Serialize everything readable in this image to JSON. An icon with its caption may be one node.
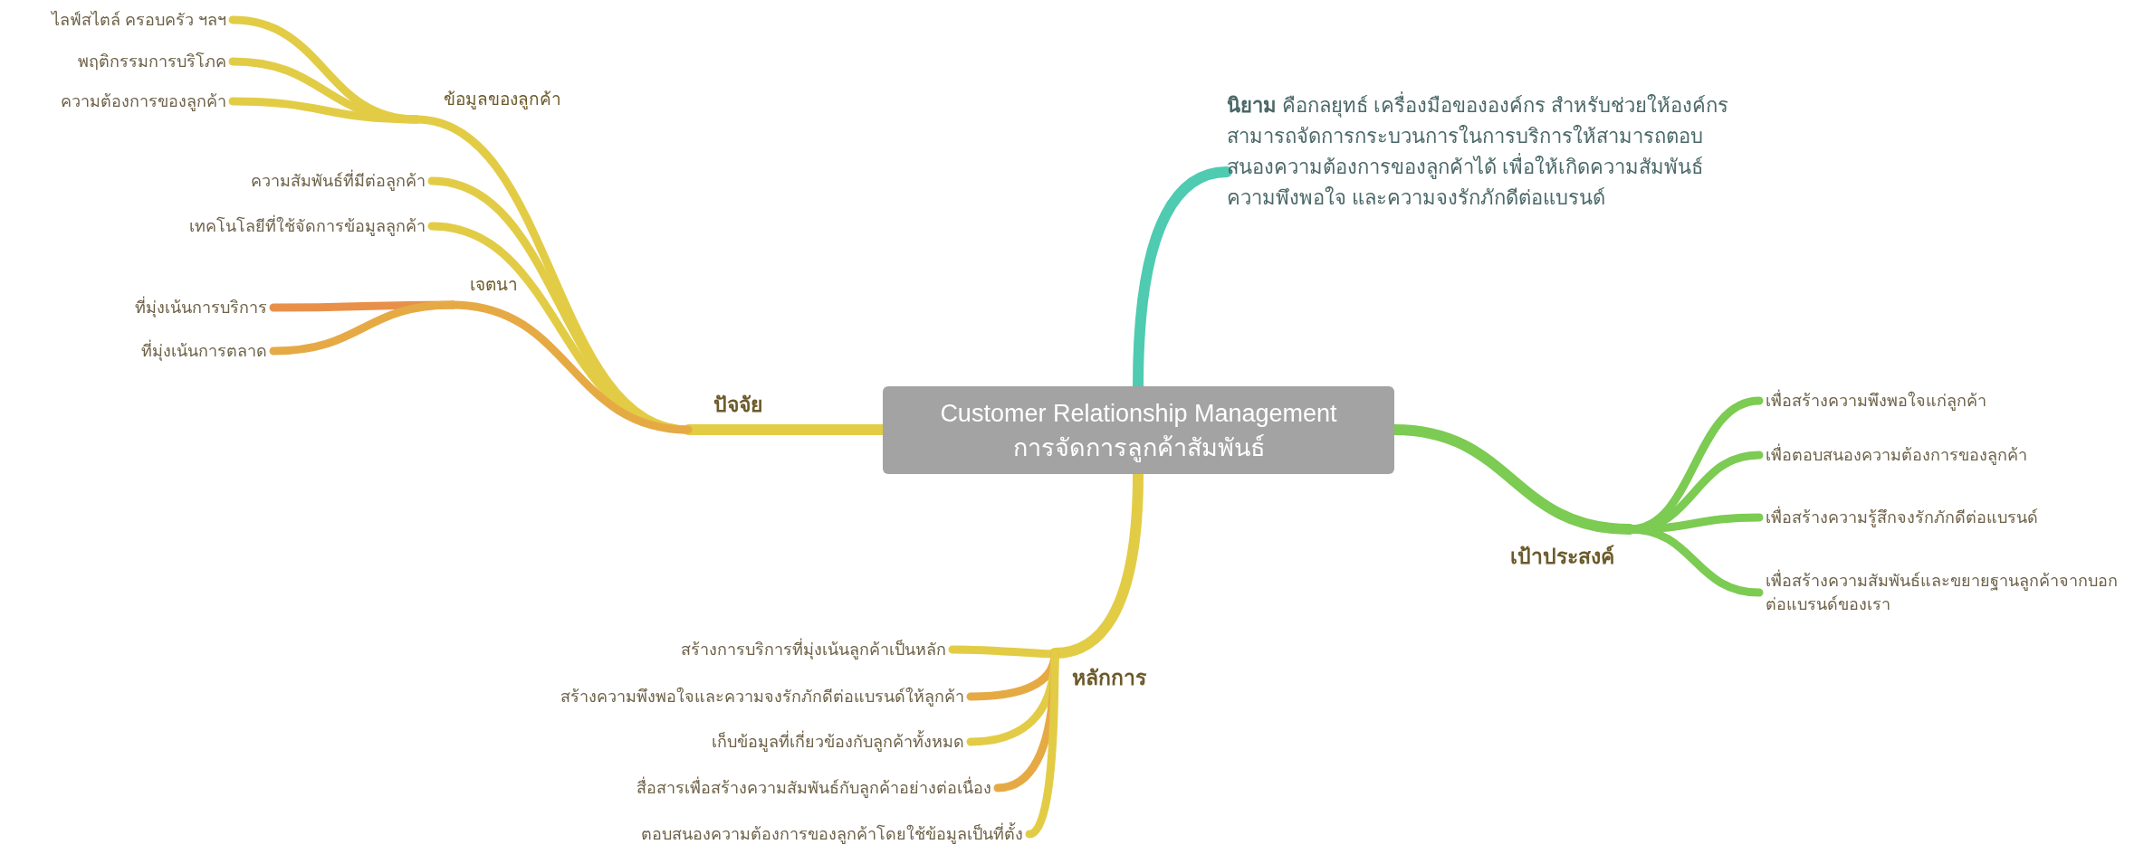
{
  "diagram": {
    "nodes": [
      {
        "text": [
          "Customer Relationship Management",
          "การจัดการลูกค้าสัมพันธ์"
        ]
      },
      {
        "text": [
          "**นิยาม** คือกลยุทธ์ เครื่องมือขององค์กร สำหรับช่วยให้องค์กรสามารถจัดการกระบวนการในการบริการให้สามารถตอบสนองความต้องการของลูกค้าได้ เพื่อให้เกิดความสัมพันธ์ ความพึงพอใจ และความจงรักภักดีต่อแบรนด์"
        ]
      },
      {
        "text": [
          "ปัจจัย"
        ]
      },
      {
        "text": [
          "ข้อมูลของลูกค้า"
        ]
      },
      {
        "text": [
          "ไลฟ์สไตล์ ครอบครัว ฯลฯ"
        ]
      },
      {
        "text": [
          "พฤติกรรมการบริโภค"
        ]
      },
      {
        "text": [
          "ความต้องการของลูกค้า"
        ]
      },
      {
        "text": [
          "ความสัมพันธ์ที่มีต่อลูกค้า"
        ]
      },
      {
        "text": [
          "เทคโนโลยีที่ใช้จัดการข้อมูลลูกค้า"
        ]
      },
      {
        "text": [
          "เจตนา"
        ]
      },
      {
        "text": [
          "ที่มุ่งเน้นการบริการ"
        ]
      },
      {
        "text": [
          "ที่มุ่งเน้นการตลาด"
        ]
      },
      {
        "text": [
          "เป้าประสงค์"
        ]
      },
      {
        "text": [
          "เพื่อสร้างความพึงพอใจแก่ลูกค้า"
        ]
      },
      {
        "text": [
          "เพื่อตอบสนองความต้องการของลูกค้า"
        ]
      },
      {
        "text": [
          "เพื่อสร้างความรู้สึกจงรักภักดีต่อแบรนด์"
        ]
      },
      {
        "text": [
          "เพื่อสร้างความสัมพันธ์และขยายฐานลูกค้าจากบอกต่อแบรนด์ของเรา"
        ]
      },
      {
        "text": [
          "หลักการ"
        ]
      },
      {
        "text": [
          "สร้างการบริการที่มุ่งเน้นลูกค้าเป็นหลัก"
        ]
      },
      {
        "text": [
          "สร้างความพึงพอใจและความจงรักภักดีต่อแบรนด์ให้ลูกค้า"
        ]
      },
      {
        "text": [
          "เก็บข้อมูลที่เกี่ยวข้องกับลูกค้าทั้งหมด"
        ]
      },
      {
        "text": [
          "สื่อสารเพื่อสร้างความสัมพันธ์กับลูกค้าอย่างต่อเนื่อง"
        ]
      },
      {
        "text": [
          "ตอบสนองความต้องการของลูกค้าโดยใช้ข้อมูลเป็นที่ตั้ง"
        ]
      }
    ],
    "edges": [
      {
        "from": 0,
        "to": 1,
        "arrow": "none",
        "color": "#4ecbb0"
      },
      {
        "from": 0,
        "to": 2,
        "arrow": "none"
      },
      {
        "from": 2,
        "to": 3,
        "arrow": "none"
      },
      {
        "from": 3,
        "to": 4,
        "arrow": "none"
      },
      {
        "from": 3,
        "to": 5,
        "arrow": "none"
      },
      {
        "from": 3,
        "to": 6,
        "arrow": "none"
      },
      {
        "from": 2,
        "to": 7,
        "arrow": "none"
      },
      {
        "from": 2,
        "to": 8,
        "arrow": "none"
      },
      {
        "from": 2,
        "to": 9,
        "arrow": "none",
        "color": "#e6aa45"
      },
      {
        "from": 9,
        "to": 10,
        "arrow": "none",
        "color": "#e8904a"
      },
      {
        "from": 9,
        "to": 11,
        "arrow": "none",
        "color": "#e6aa45"
      },
      {
        "from": 0,
        "to": 12,
        "arrow": "none",
        "color": "#7ccb52"
      },
      {
        "from": 12,
        "to": 13,
        "arrow": "none",
        "color": "#7ccb52"
      },
      {
        "from": 12,
        "to": 14,
        "arrow": "none",
        "color": "#7ccb52"
      },
      {
        "from": 12,
        "to": 15,
        "arrow": "none",
        "color": "#7ccb52"
      },
      {
        "from": 12,
        "to": 16,
        "arrow": "none",
        "color": "#7ccb52"
      },
      {
        "from": 0,
        "to": 17,
        "arrow": "none"
      },
      {
        "from": 17,
        "to": 18,
        "arrow": "none"
      },
      {
        "from": 17,
        "to": 19,
        "arrow": "none",
        "color": "#e6aa45"
      },
      {
        "from": 17,
        "to": 20,
        "arrow": "none"
      },
      {
        "from": 17,
        "to": 21,
        "arrow": "none",
        "color": "#e6aa45"
      },
      {
        "from": 17,
        "to": 22,
        "arrow": "none"
      }
    ]
  }
}
